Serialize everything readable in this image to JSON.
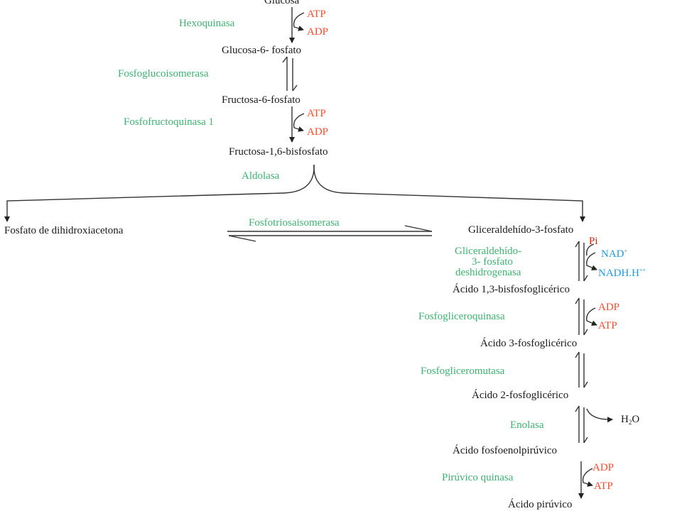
{
  "metabolites": {
    "glucosa": "Glucosa",
    "g6p": "Glucosa-6- fosfato",
    "f6p": "Fructosa-6-fosfato",
    "f16bp": "Fructosa-1,6-bisfosfato",
    "dhap": "Fosfato de dihidroxiacetona",
    "g3p": "Gliceraldehído-3-fosfato",
    "bpg13": "Ácido 1,3-bisfosfoglicérico",
    "pg3": "Ácido  3-fosfoglicérico",
    "pg2": "Ácido 2-fosfoglicérico",
    "pep": "Ácido fosfoenolpirúvico",
    "pyr": "Ácido pirúvico"
  },
  "enzymes": {
    "hexoquinasa": "Hexoquinasa",
    "fosfoglucoisomerasa": "Fosfoglucoisomerasa",
    "pfk1": "Fosfofructoquinasa 1",
    "aldolasa": "Aldolasa",
    "tpi": "Fosfotriosaisomerasa",
    "gapdh_line1": "Gliceraldehído-",
    "gapdh_line2": "3- fosfato",
    "gapdh_line3": "deshidrogenasa",
    "pgk": "Fosfogliceroquinasa",
    "pgm": "Fosfogliceromutasa",
    "enolasa": "Enolasa",
    "pk": "Pirúvico quinasa"
  },
  "cofactors": {
    "hk_in": "ATP",
    "hk_out": "ADP",
    "pfk_in": "ATP",
    "pfk_out": "ADP",
    "gapdh_pi": "Pi",
    "gapdh_in": "NAD",
    "gapdh_in_sup": "+",
    "gapdh_out": "NADH.H",
    "gapdh_out_sup": "++",
    "pgk_in": "ADP",
    "pgk_out": "ATP",
    "enolasa_out_main": "H",
    "enolasa_out_sub": "2",
    "enolasa_out_tail": "O",
    "pk_in": "ADP",
    "pk_out": "ATP"
  },
  "colors": {
    "metabolite": "#1a1a1a",
    "enzyme": "#3cb371",
    "cofactor": "#ff4a2a",
    "nad": "#1e9be0",
    "arrow": "#333333"
  }
}
